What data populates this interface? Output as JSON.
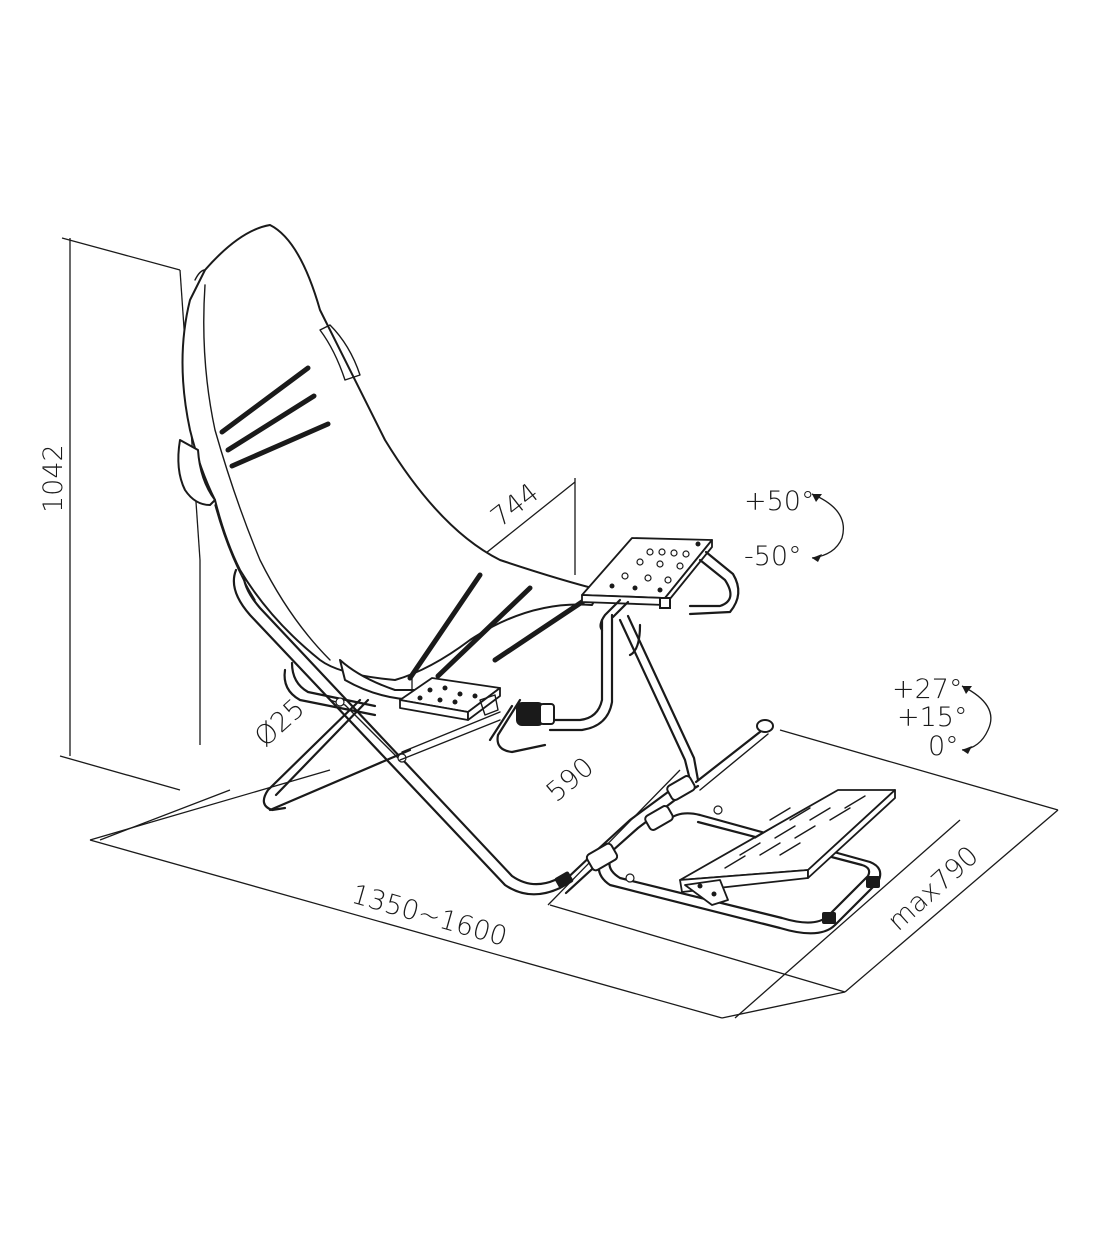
{
  "dimensions": {
    "height": "1042",
    "seat_width": "744",
    "tube_diameter": "Ø25",
    "seat_depth": "590",
    "length": "1350~1600",
    "max_width": "max790"
  },
  "angles": {
    "wheel_up": "+50°",
    "wheel_down": "-50°",
    "pedal_high": "+27°",
    "pedal_mid": "+15°",
    "pedal_low": "0°"
  }
}
